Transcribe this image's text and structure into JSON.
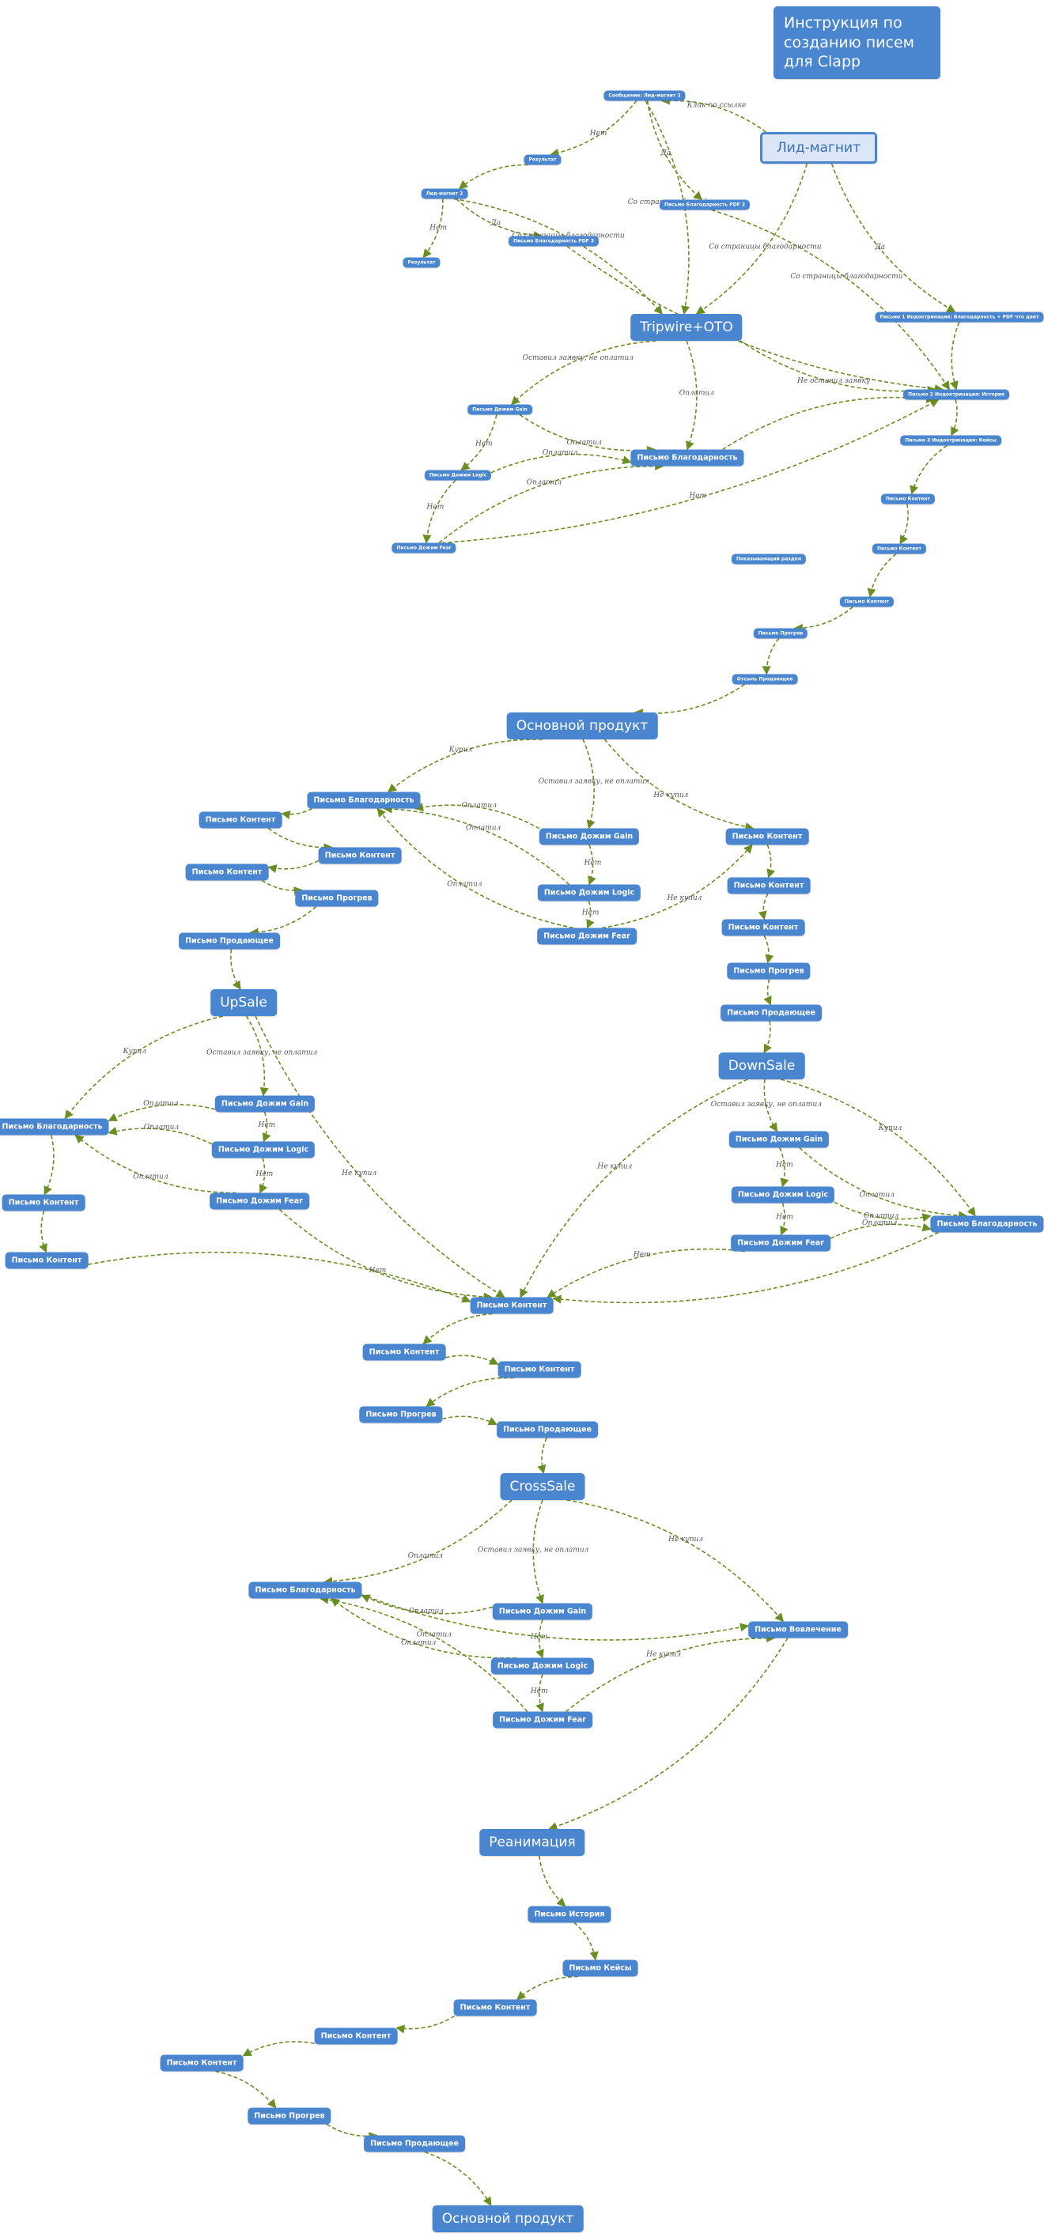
{
  "title": "Инструкция по созданию писем для Clapp",
  "nodes": [
    {
      "id": "lead_magnet",
      "label": "Лид-магнит"
    },
    {
      "id": "comp_lm2",
      "label": "Сообщение: Лид-магнит 2"
    },
    {
      "id": "res1",
      "label": "Результат"
    },
    {
      "id": "lm2",
      "label": "Лид-магнит 2"
    },
    {
      "id": "res2",
      "label": "Результат"
    },
    {
      "id": "thanks_pdf3",
      "label": "Письмо Благодарность PDF 3"
    },
    {
      "id": "thanks_pdf2",
      "label": "Письмо Благодарность PDF 2"
    },
    {
      "id": "tripwire",
      "label": "Tripwire+OTO"
    },
    {
      "id": "p1_nurture",
      "label": "Письмо 1 Индоктринация: Благодарность + PDF что дает"
    },
    {
      "id": "p2_nurture",
      "label": "Письмо 2 Индоктринация: История"
    },
    {
      "id": "p3_nurture",
      "label": "Письмо 3 Индоктринация: Кейсы"
    },
    {
      "id": "tw_gain",
      "label": "Письмо Дожим Gain"
    },
    {
      "id": "tw_thanks",
      "label": "Письмо Благодарность"
    },
    {
      "id": "tw_logic",
      "label": "Письмо Дожим Logic"
    },
    {
      "id": "tw_fear",
      "label": "Письмо Дожим Fear"
    },
    {
      "id": "nurt_k1",
      "label": "Письмо Контент"
    },
    {
      "id": "showcase",
      "label": "Показывающий раздел"
    },
    {
      "id": "nurt_k2",
      "label": "Письмо Контент"
    },
    {
      "id": "nurt_k3",
      "label": "Письмо Контент"
    },
    {
      "id": "nurt_warm",
      "label": "Письмо Прогрев"
    },
    {
      "id": "nurt_sell",
      "label": "Отсыль Продающее"
    },
    {
      "id": "main_product",
      "label": "Основной продукт"
    },
    {
      "id": "mp_thanks",
      "label": "Письмо Благодарность"
    },
    {
      "id": "mp_k1",
      "label": "Письмо Контент"
    },
    {
      "id": "mp_k2",
      "label": "Письмо Контент"
    },
    {
      "id": "mp_k3",
      "label": "Письмо Контент"
    },
    {
      "id": "mp_warm",
      "label": "Письмо Прогрев"
    },
    {
      "id": "mp_sell",
      "label": "Письмо Продающее"
    },
    {
      "id": "mp_gain",
      "label": "Письмо Дожим Gain"
    },
    {
      "id": "mp_logic",
      "label": "Письмо Дожим Logic"
    },
    {
      "id": "mp_fear",
      "label": "Письмо Дожим Fear"
    },
    {
      "id": "mpr_k1",
      "label": "Письмо Контент"
    },
    {
      "id": "mpr_k2",
      "label": "Письмо Контент"
    },
    {
      "id": "mpr_k3",
      "label": "Письмо Контент"
    },
    {
      "id": "mpr_warm",
      "label": "Письмо Прогрев"
    },
    {
      "id": "mpr_sell",
      "label": "Письмо Продающее"
    },
    {
      "id": "upsale",
      "label": "UpSale"
    },
    {
      "id": "up_gain",
      "label": "Письмо Дожим Gain"
    },
    {
      "id": "up_thanks",
      "label": "Письмо Благодарность"
    },
    {
      "id": "up_logic",
      "label": "Письмо Дожим Logic"
    },
    {
      "id": "up_fear",
      "label": "Письмо Дожим Fear"
    },
    {
      "id": "up_k1",
      "label": "Письмо Контент"
    },
    {
      "id": "up_k2",
      "label": "Письмо Контент"
    },
    {
      "id": "downsale",
      "label": "DownSale"
    },
    {
      "id": "dn_gain",
      "label": "Письмо Дожим Gain"
    },
    {
      "id": "dn_logic",
      "label": "Письмо Дожим Logic"
    },
    {
      "id": "dn_thanks",
      "label": "Письмо Благодарность"
    },
    {
      "id": "dn_fear",
      "label": "Письмо Дожим Fear"
    },
    {
      "id": "c_k1",
      "label": "Письмо Контент"
    },
    {
      "id": "c_k2",
      "label": "Письмо Контент"
    },
    {
      "id": "c_k3",
      "label": "Письмо Контент"
    },
    {
      "id": "c_warm",
      "label": "Письмо Прогрев"
    },
    {
      "id": "c_sell",
      "label": "Письмо Продающее"
    },
    {
      "id": "crosssale",
      "label": "CrossSale"
    },
    {
      "id": "cs_thanks",
      "label": "Письмо Благодарность"
    },
    {
      "id": "cs_gain",
      "label": "Письмо Дожим Gain"
    },
    {
      "id": "cs_engage",
      "label": "Письмо Вовлечение"
    },
    {
      "id": "cs_logic",
      "label": "Письмо Дожим Logic"
    },
    {
      "id": "cs_fear",
      "label": "Письмо Дожим Fear"
    },
    {
      "id": "reanim",
      "label": "Реанимация"
    },
    {
      "id": "re_story",
      "label": "Письмо История"
    },
    {
      "id": "re_cases",
      "label": "Письмо Кейсы"
    },
    {
      "id": "re_k1",
      "label": "Письмо Контент"
    },
    {
      "id": "re_k2",
      "label": "Письмо Контент"
    },
    {
      "id": "re_k3",
      "label": "Письмо Контент"
    },
    {
      "id": "re_warm",
      "label": "Письмо Прогрев"
    },
    {
      "id": "re_sell",
      "label": "Письмо Продающее"
    },
    {
      "id": "main_product_2",
      "label": "Основной продукт"
    }
  ],
  "edges": [
    {
      "from": "lead_magnet",
      "to": "comp_lm2",
      "label": "Клик по ссылке"
    },
    {
      "from": "lead_magnet",
      "to": "tripwire",
      "label": "Со страницы благодарности"
    },
    {
      "from": "lead_magnet",
      "to": "p1_nurture",
      "label": "Да"
    },
    {
      "from": "comp_lm2",
      "to": "res1",
      "label": "Нет"
    },
    {
      "from": "comp_lm2",
      "to": "thanks_pdf2",
      "label": "Да"
    },
    {
      "from": "comp_lm2",
      "to": "tripwire",
      "label": "Со страницы благодарности"
    },
    {
      "from": "res1",
      "to": "lm2",
      "label": ""
    },
    {
      "from": "lm2",
      "to": "res2",
      "label": "Нет"
    },
    {
      "from": "lm2",
      "to": "thanks_pdf3",
      "label": "Да"
    },
    {
      "from": "lm2",
      "to": "tripwire",
      "label": "Со страницы благодарности"
    },
    {
      "from": "thanks_pdf3",
      "to": "p2_nurture",
      "label": ""
    },
    {
      "from": "thanks_pdf2",
      "to": "p2_nurture",
      "label": "Со страницы благодарности"
    },
    {
      "from": "p1_nurture",
      "to": "p2_nurture",
      "label": ""
    },
    {
      "from": "p2_nurture",
      "to": "p3_nurture",
      "label": ""
    },
    {
      "from": "tripwire",
      "to": "tw_gain",
      "label": "Оставил заявку, не оплатил"
    },
    {
      "from": "tripwire",
      "to": "tw_thanks",
      "label": "Оплатил"
    },
    {
      "from": "tripwire",
      "to": "p2_nurture",
      "label": "Не оставил заявку"
    },
    {
      "from": "tw_gain",
      "to": "tw_logic",
      "label": "Нет"
    },
    {
      "from": "tw_gain",
      "to": "tw_thanks",
      "label": "Оплатил"
    },
    {
      "from": "tw_logic",
      "to": "tw_thanks",
      "label": "Оплатил"
    },
    {
      "from": "tw_logic",
      "to": "tw_fear",
      "label": "Нет"
    },
    {
      "from": "tw_fear",
      "to": "tw_thanks",
      "label": "Оплатил"
    },
    {
      "from": "tw_fear",
      "to": "p2_nurture",
      "label": "Нет"
    },
    {
      "from": "tw_thanks",
      "to": "p2_nurture",
      "label": ""
    },
    {
      "from": "p3_nurture",
      "to": "nurt_k1",
      "label": ""
    },
    {
      "from": "nurt_k1",
      "to": "nurt_k2",
      "label": ""
    },
    {
      "from": "nurt_k2",
      "to": "nurt_k3",
      "label": ""
    },
    {
      "from": "nurt_k3",
      "to": "nurt_warm",
      "label": ""
    },
    {
      "from": "nurt_warm",
      "to": "nurt_sell",
      "label": ""
    },
    {
      "from": "nurt_sell",
      "to": "main_product",
      "label": ""
    },
    {
      "from": "main_product",
      "to": "mp_thanks",
      "label": "Купил"
    },
    {
      "from": "main_product",
      "to": "mp_gain",
      "label": "Оставил заявку, не оплатил"
    },
    {
      "from": "main_product",
      "to": "mpr_k1",
      "label": "Не купил"
    },
    {
      "from": "mp_thanks",
      "to": "mp_k1",
      "label": ""
    },
    {
      "from": "mp_k1",
      "to": "mp_k2",
      "label": ""
    },
    {
      "from": "mp_k2",
      "to": "mp_k3",
      "label": ""
    },
    {
      "from": "mp_k3",
      "to": "mp_warm",
      "label": ""
    },
    {
      "from": "mp_warm",
      "to": "mp_sell",
      "label": ""
    },
    {
      "from": "mp_sell",
      "to": "upsale",
      "label": ""
    },
    {
      "from": "mp_gain",
      "to": "mp_logic",
      "label": "Нет"
    },
    {
      "from": "mp_gain",
      "to": "mp_thanks",
      "label": "Оплатил"
    },
    {
      "from": "mp_logic",
      "to": "mp_fear",
      "label": "Нет"
    },
    {
      "from": "mp_logic",
      "to": "mp_thanks",
      "label": "Оплатил"
    },
    {
      "from": "mp_fear",
      "to": "mp_thanks",
      "label": "Оплатил"
    },
    {
      "from": "mp_fear",
      "to": "mpr_k1",
      "label": "Не купил"
    },
    {
      "from": "mpr_k1",
      "to": "mpr_k2",
      "label": ""
    },
    {
      "from": "mpr_k2",
      "to": "mpr_k3",
      "label": ""
    },
    {
      "from": "mpr_k3",
      "to": "mpr_warm",
      "label": ""
    },
    {
      "from": "mpr_warm",
      "to": "mpr_sell",
      "label": ""
    },
    {
      "from": "mpr_sell",
      "to": "downsale",
      "label": ""
    },
    {
      "from": "upsale",
      "to": "up_thanks",
      "label": "Купил"
    },
    {
      "from": "upsale",
      "to": "up_gain",
      "label": "Оставил заявку, не оплатил"
    },
    {
      "from": "upsale",
      "to": "c_k1",
      "label": "Не купил"
    },
    {
      "from": "up_gain",
      "to": "up_logic",
      "label": "Нет"
    },
    {
      "from": "up_gain",
      "to": "up_thanks",
      "label": "Оплатил"
    },
    {
      "from": "up_logic",
      "to": "up_fear",
      "label": "Нет"
    },
    {
      "from": "up_logic",
      "to": "up_thanks",
      "label": "Оплатил"
    },
    {
      "from": "up_fear",
      "to": "up_thanks",
      "label": "Оплатил"
    },
    {
      "from": "up_fear",
      "to": "c_k1",
      "label": "Нет"
    },
    {
      "from": "up_thanks",
      "to": "up_k1",
      "label": ""
    },
    {
      "from": "up_k1",
      "to": "up_k2",
      "label": ""
    },
    {
      "from": "up_k2",
      "to": "c_k1",
      "label": ""
    },
    {
      "from": "downsale",
      "to": "dn_gain",
      "label": "Оставил заявку, не оплатил"
    },
    {
      "from": "downsale",
      "to": "dn_thanks",
      "label": "Купил"
    },
    {
      "from": "downsale",
      "to": "c_k1",
      "label": "Не купил"
    },
    {
      "from": "dn_gain",
      "to": "dn_logic",
      "label": "Нет"
    },
    {
      "from": "dn_gain",
      "to": "dn_thanks",
      "label": "Оплатил"
    },
    {
      "from": "dn_logic",
      "to": "dn_fear",
      "label": "Нет"
    },
    {
      "from": "dn_logic",
      "to": "dn_thanks",
      "label": "Оплатил"
    },
    {
      "from": "dn_fear",
      "to": "dn_thanks",
      "label": "Оплатил"
    },
    {
      "from": "dn_fear",
      "to": "c_k1",
      "label": "Нет"
    },
    {
      "from": "dn_thanks",
      "to": "c_k1",
      "label": ""
    },
    {
      "from": "c_k1",
      "to": "c_k2",
      "label": ""
    },
    {
      "from": "c_k2",
      "to": "c_k3",
      "label": ""
    },
    {
      "from": "c_k3",
      "to": "c_warm",
      "label": ""
    },
    {
      "from": "c_warm",
      "to": "c_sell",
      "label": ""
    },
    {
      "from": "c_sell",
      "to": "crosssale",
      "label": ""
    },
    {
      "from": "crosssale",
      "to": "cs_thanks",
      "label": "Оплатил"
    },
    {
      "from": "crosssale",
      "to": "cs_gain",
      "label": "Оставил заявку, не оплатил"
    },
    {
      "from": "crosssale",
      "to": "cs_engage",
      "label": "Не купил"
    },
    {
      "from": "cs_gain",
      "to": "cs_logic",
      "label": "Нет"
    },
    {
      "from": "cs_gain",
      "to": "cs_thanks",
      "label": "Оплатил"
    },
    {
      "from": "cs_logic",
      "to": "cs_fear",
      "label": "Нет"
    },
    {
      "from": "cs_logic",
      "to": "cs_thanks",
      "label": "Оплатил"
    },
    {
      "from": "cs_fear",
      "to": "cs_thanks",
      "label": "Оплатил"
    },
    {
      "from": "cs_fear",
      "to": "cs_engage",
      "label": "Не купил"
    },
    {
      "from": "cs_thanks",
      "to": "cs_engage",
      "label": ""
    },
    {
      "from": "cs_engage",
      "to": "reanim",
      "label": ""
    },
    {
      "from": "reanim",
      "to": "re_story",
      "label": ""
    },
    {
      "from": "re_story",
      "to": "re_cases",
      "label": ""
    },
    {
      "from": "re_cases",
      "to": "re_k1",
      "label": ""
    },
    {
      "from": "re_k1",
      "to": "re_k2",
      "label": ""
    },
    {
      "from": "re_k2",
      "to": "re_k3",
      "label": ""
    },
    {
      "from": "re_k3",
      "to": "re_warm",
      "label": ""
    },
    {
      "from": "re_warm",
      "to": "re_sell",
      "label": ""
    },
    {
      "from": "re_sell",
      "to": "main_product_2",
      "label": ""
    }
  ],
  "colors": {
    "node": "#4a86d0",
    "node_text": "#ffffff",
    "lead_magnet_fill": "#dbe7f7",
    "edge": "#6b8e23",
    "edge_label": "#555555"
  }
}
